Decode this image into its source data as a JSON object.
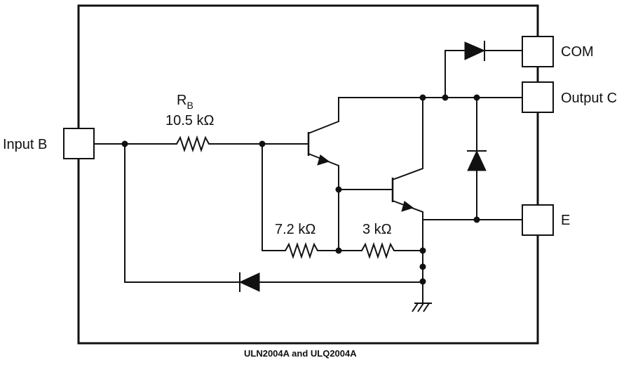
{
  "diagram": {
    "caption": "ULN2004A and ULQ2004A",
    "pins": {
      "input": "Input B",
      "com": "COM",
      "output": "Output C",
      "emitter": "E"
    },
    "components": {
      "rb_name": "R",
      "rb_subscript": "B",
      "rb_value": "10.5 kΩ",
      "r2_value": "7.2 kΩ",
      "r3_value": "3 kΩ"
    },
    "icons": {
      "ground": "ground-icon",
      "diode": "diode-icon",
      "npn": "npn-transistor-icon",
      "resistor": "resistor-icon"
    }
  }
}
